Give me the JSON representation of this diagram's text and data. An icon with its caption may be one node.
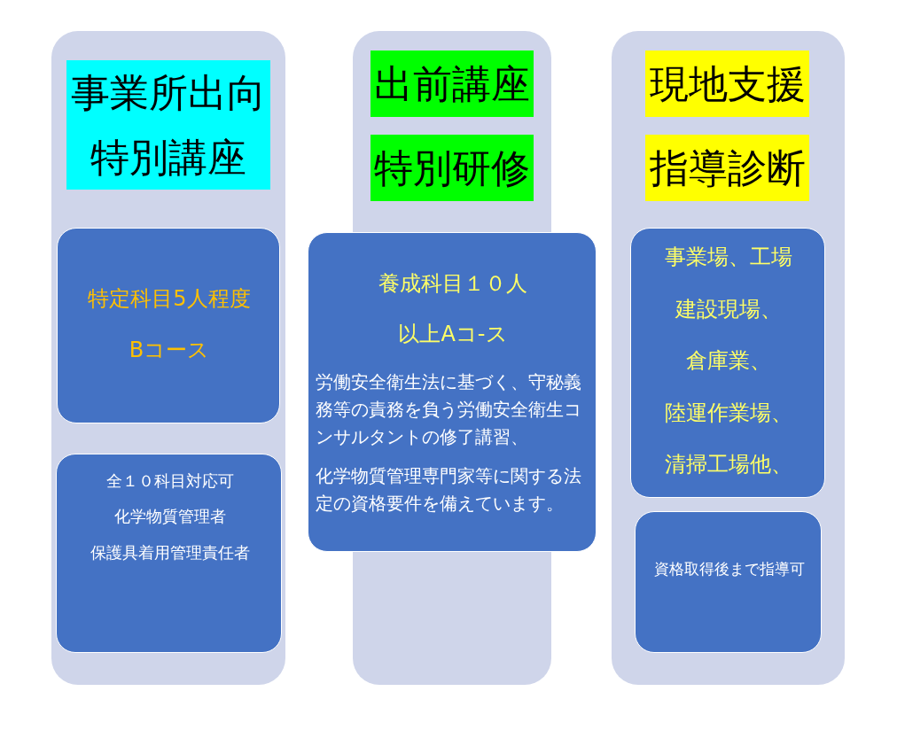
{
  "diagram": {
    "nodes": [
      {
        "text": [
          "事業所出向特別講座"
        ]
      },
      {
        "text": [
          "特定科目5人程度",
          "Bコース"
        ],
        "in": 0
      },
      {
        "text": [
          "全１０科目対応可",
          "化学物質管理者",
          "保護具着用管理責任者"
        ],
        "in": 0
      },
      {
        "text": [
          "出前講座",
          "特別研修"
        ]
      },
      {
        "text": [
          "養成科目１０人",
          "以上Aコ-ス",
          "労働安全衛生法に基づく、守秘義務等の責務を負う労働安全衛生コンサルタントの修了講習、",
          "化学物質管理専門家等に関する法定の資格要件を備えています。"
        ]
      },
      {
        "text": [
          "現地支援",
          "指導診断"
        ]
      },
      {
        "text": [
          "事業場、工場",
          "建設現場、",
          "倉庫業、",
          "陸運作業場、",
          "清掃工場他、"
        ],
        "in": 5
      },
      {
        "text": [
          "資格取得後まで指導可"
        ],
        "in": 5
      }
    ]
  }
}
